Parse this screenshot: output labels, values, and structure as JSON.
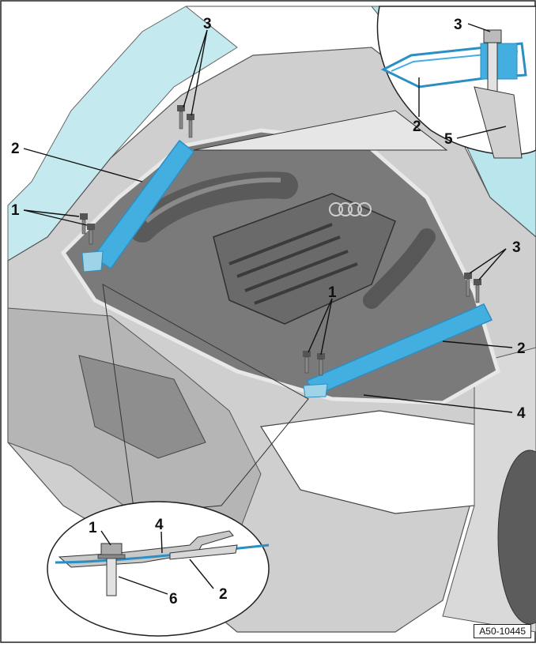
{
  "callouts": {
    "c1_left": "1",
    "c1_center": "1",
    "c1_detail": "1",
    "c2_left": "2",
    "c2_right": "2",
    "c2_top_detail": "2",
    "c2_bottom_detail": "2",
    "c3_top_center": "3",
    "c3_top_detail": "3",
    "c3_right": "3",
    "c4_right": "4",
    "c4_detail": "4",
    "c5_top_detail": "5",
    "c6_detail": "6"
  },
  "reference_code": "A50-10445",
  "colors": {
    "crossbar": "#43aee0",
    "crossbar_dark": "#2b8fc4",
    "sheet_metal": "#c9c9c9",
    "sheet_metal_dark": "#8e8e8e",
    "glass": "#b9e6ec",
    "engine": "#6f6f6f",
    "line": "#111111"
  },
  "icons": {
    "bolt": "bolt-icon",
    "crossbar": "crossbar-icon"
  }
}
